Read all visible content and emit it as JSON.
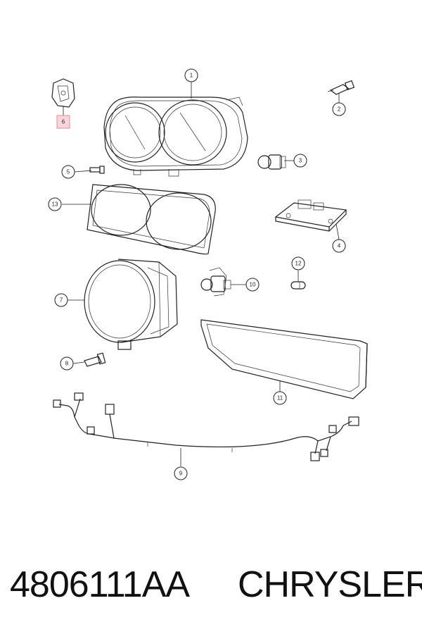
{
  "callouts": [
    {
      "label": "1",
      "highlighted": false
    },
    {
      "label": "2",
      "highlighted": false
    },
    {
      "label": "3",
      "highlighted": false
    },
    {
      "label": "4",
      "highlighted": false
    },
    {
      "label": "5",
      "highlighted": false
    },
    {
      "label": "6",
      "highlighted": true
    },
    {
      "label": "7",
      "highlighted": false
    },
    {
      "label": "8",
      "highlighted": false
    },
    {
      "label": "9",
      "highlighted": false
    },
    {
      "label": "10",
      "highlighted": false
    },
    {
      "label": "11",
      "highlighted": false
    },
    {
      "label": "12",
      "highlighted": false
    },
    {
      "label": "13",
      "highlighted": false
    }
  ],
  "highlight_color": "#e88a9a",
  "highlight_fill": "#f6d6dc",
  "footer": {
    "part_number": "4806111AA",
    "brand": "CHRYSLER"
  }
}
